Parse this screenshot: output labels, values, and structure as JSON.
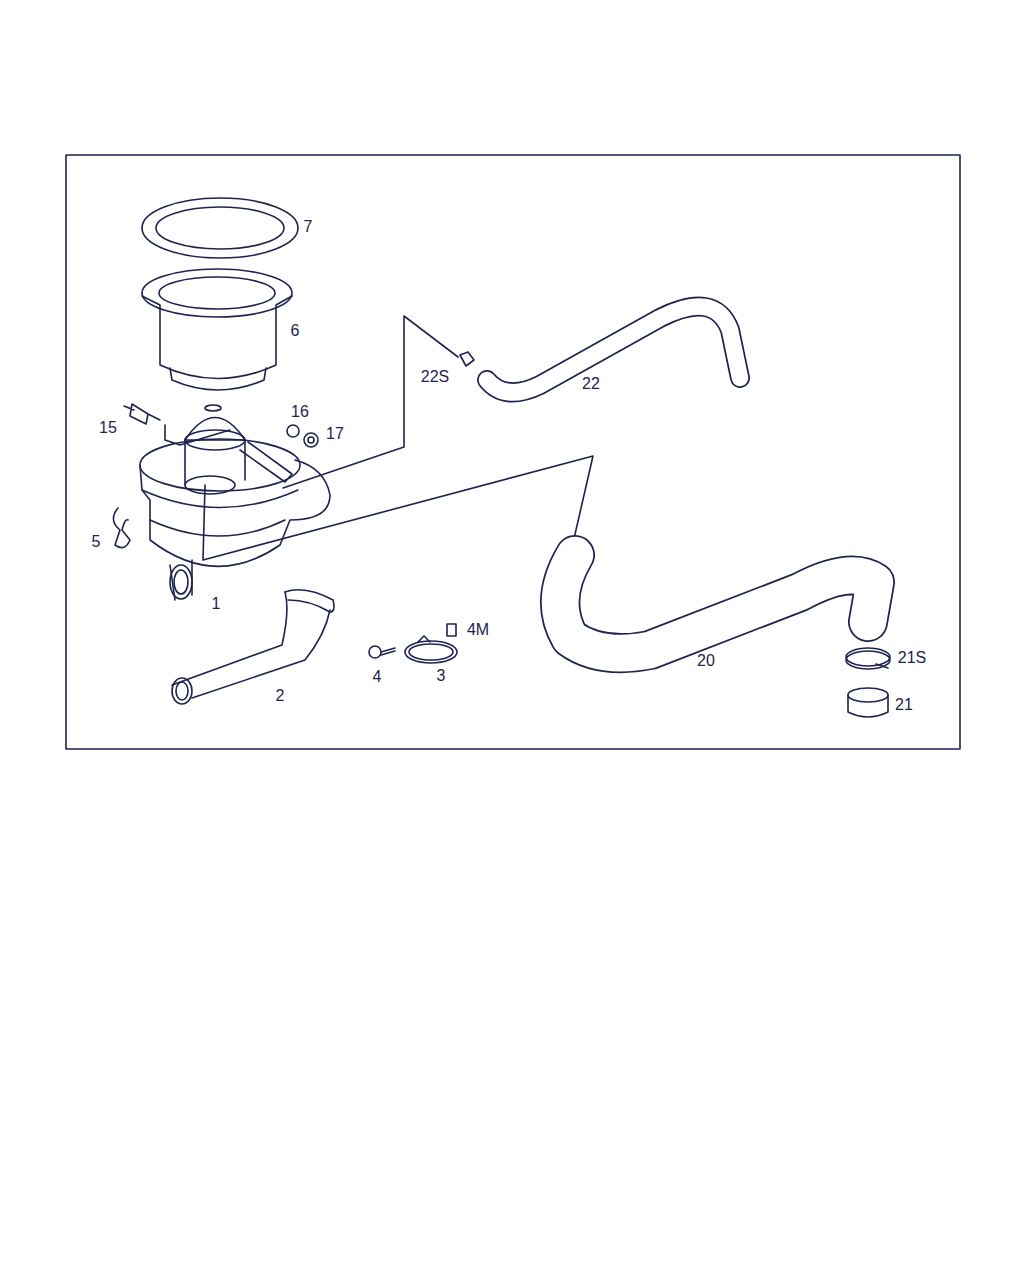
{
  "diagram": {
    "labels": [
      "7",
      "6",
      "15",
      "16",
      "17",
      "22S",
      "22",
      "5",
      "1",
      "2",
      "4",
      "3",
      "4M",
      "20",
      "21S",
      "21"
    ]
  }
}
